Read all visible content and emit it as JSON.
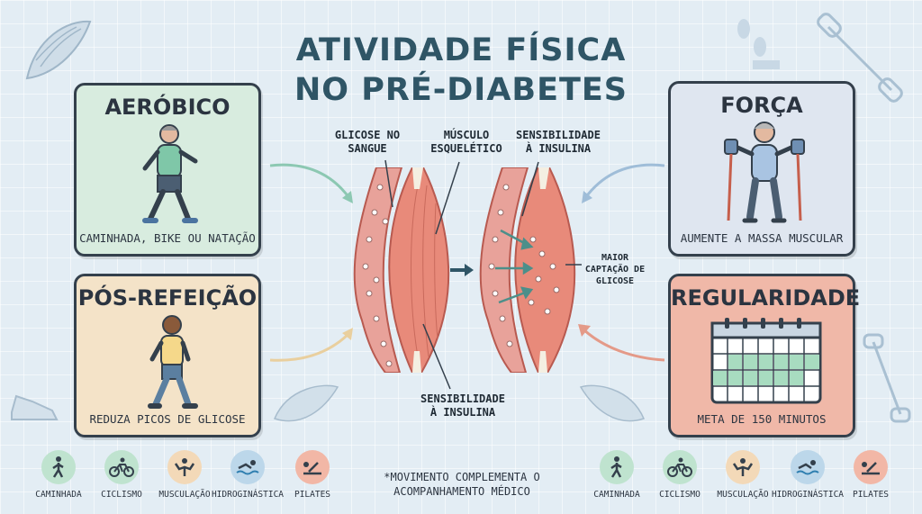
{
  "title": {
    "line1": "ATIVIDADE FÍSICA",
    "line2": "NO PRÉ-DIABETES"
  },
  "cards": {
    "aerobic": {
      "title": "AERÓBICO",
      "caption": "CAMINHADA, BIKE OU NATAÇÃO",
      "color": "#d8ecdf"
    },
    "post_meal": {
      "title": "PÓS-REFEIÇÃO",
      "caption": "REDUZA PICOS DE GLICOSE",
      "color": "#f4e3c8"
    },
    "strength": {
      "title": "FORÇA",
      "caption": "AUMENTE A MASSA MUSCULAR",
      "color": "#dfe6f0"
    },
    "regular": {
      "title": "REGULARIDADE",
      "caption": "META DE 150 MINUTOS",
      "color": "#f0b8a8"
    }
  },
  "diagram": {
    "glucose_label": "GLICOSE NO SANGUE",
    "muscle_label": "MÚSCULO ESQUELÉTICO",
    "sensitivity_top": "SENSIBILIDADE À INSULINA",
    "sensitivity_bottom": "SENSIBILIDADE À INSULINA",
    "uptake_label": "MAIOR CAPTAÇÃO DE GLICOSE"
  },
  "activities_left": [
    {
      "label": "CAMINHADA",
      "icon": "walking-icon",
      "color": "#bfe3cf"
    },
    {
      "label": "CICLISMO",
      "icon": "cycling-icon",
      "color": "#bfe3cf"
    },
    {
      "label": "MUSCULAÇÃO",
      "icon": "weights-icon",
      "color": "#f3d9b8"
    },
    {
      "label": "HIDROGINÁSTICA",
      "icon": "swimming-icon",
      "color": "#bcd7ea"
    },
    {
      "label": "PILATES",
      "icon": "pilates-icon",
      "color": "#f2b7a6"
    }
  ],
  "activities_right": [
    {
      "label": "CAMINHADA",
      "icon": "walking-icon",
      "color": "#bfe3cf"
    },
    {
      "label": "CICLISMO",
      "icon": "cycling-icon",
      "color": "#bfe3cf"
    },
    {
      "label": "MUSCULAÇÃO",
      "icon": "weights-icon",
      "color": "#f3d9b8"
    },
    {
      "label": "HIDROGINÁSTICA",
      "icon": "swimming-icon",
      "color": "#bcd7ea"
    },
    {
      "label": "PILATES",
      "icon": "pilates-icon",
      "color": "#f2b7a6"
    }
  ],
  "note": "*MOVIMENTO COMPLEMENTA O ACOMPANHAMENTO MÉDICO"
}
